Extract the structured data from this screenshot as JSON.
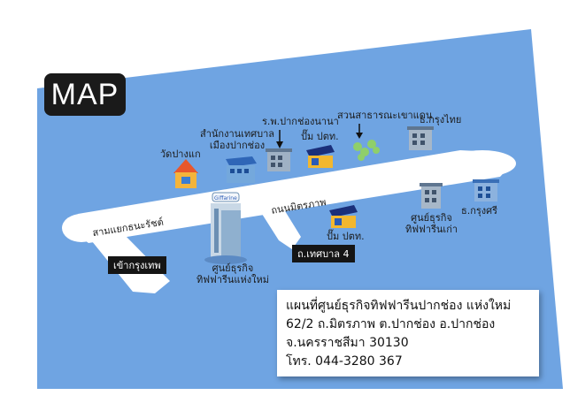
{
  "map": {
    "badge": "MAP",
    "colors": {
      "background": "#6fa4e2",
      "road": "#ffffff",
      "label_bg": "#151515"
    },
    "roads": {
      "main_road": "ถนนมิตรภาพ",
      "junction": "สามแยกธนะรัชต์",
      "to_bangkok": "เข้ากรุงเทพ",
      "soi": "ถ.เทศบาล 4"
    },
    "places": {
      "temple": "วัดปางแก",
      "municipal_office_l1": "สำนักงานเทศบาล",
      "municipal_office_l2": "เมืองปากช่อง",
      "hospital": "ร.พ.ปากช่องนานา",
      "gas_station_top": "ปั๊ม ปตท.",
      "park": "สวนสาธารณะเขาแดน",
      "krungthai_bank": "ธ.กรุงไทย",
      "old_center_l1": "ศูนย์ธุรกิจ",
      "old_center_l2": "ทิฟฟารีนเก่า",
      "krungsri_bank": "ธ.กรุงศรี",
      "gas_station_bottom": "ปั๊ม ปตท.",
      "new_center_l1": "ศูนย์ธุรกิจ",
      "new_center_l2": "ทิฟฟารีนแห่งใหม่",
      "sign": "Giffarine"
    }
  },
  "address": {
    "line1": "แผนที่ศูนย์ธุรกิจทิฟฟารีนปากช่อง แห่งใหม่",
    "line2": "62/2 ถ.มิตรภาพ ต.ปากช่อง อ.ปากช่อง",
    "line3": "จ.นครราชสีมา 30130",
    "line4": "โทร. 044-3280 367"
  }
}
